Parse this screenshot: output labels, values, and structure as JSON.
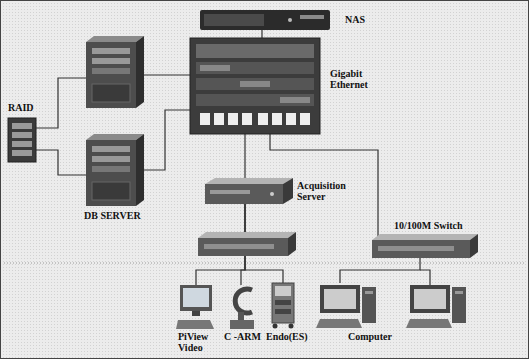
{
  "diagram": {
    "nodes": [
      {
        "text": [
          "NAS"
        ]
      },
      {
        "text": [
          "Gigabit Ethernet"
        ]
      },
      {
        "text": [
          "RAID"
        ]
      },
      {
        "text": [
          "DB SERVER"
        ]
      },
      {
        "text": [
          "Acquisition Server"
        ]
      },
      {
        "text": [
          "10/100M Switch"
        ]
      },
      {
        "text": [
          "PiView Video"
        ]
      },
      {
        "text": [
          "C -ARM"
        ]
      },
      {
        "text": [
          "Endo(ES)"
        ]
      },
      {
        "text": [
          "Computer"
        ]
      }
    ],
    "edges": [
      {
        "from": 0,
        "to": 1,
        "arrow": "none"
      },
      {
        "from": 2,
        "to": 3,
        "arrow": "none"
      },
      {
        "from": 3,
        "to": 1,
        "arrow": "none"
      },
      {
        "from": 1,
        "to": 4,
        "arrow": "none"
      },
      {
        "from": 1,
        "to": 5,
        "arrow": "none"
      },
      {
        "from": 4,
        "to": 6,
        "arrow": "none"
      },
      {
        "from": 4,
        "to": 7,
        "arrow": "none"
      },
      {
        "from": 4,
        "to": 8,
        "arrow": "none"
      },
      {
        "from": 5,
        "to": 9,
        "arrow": "none"
      }
    ]
  }
}
